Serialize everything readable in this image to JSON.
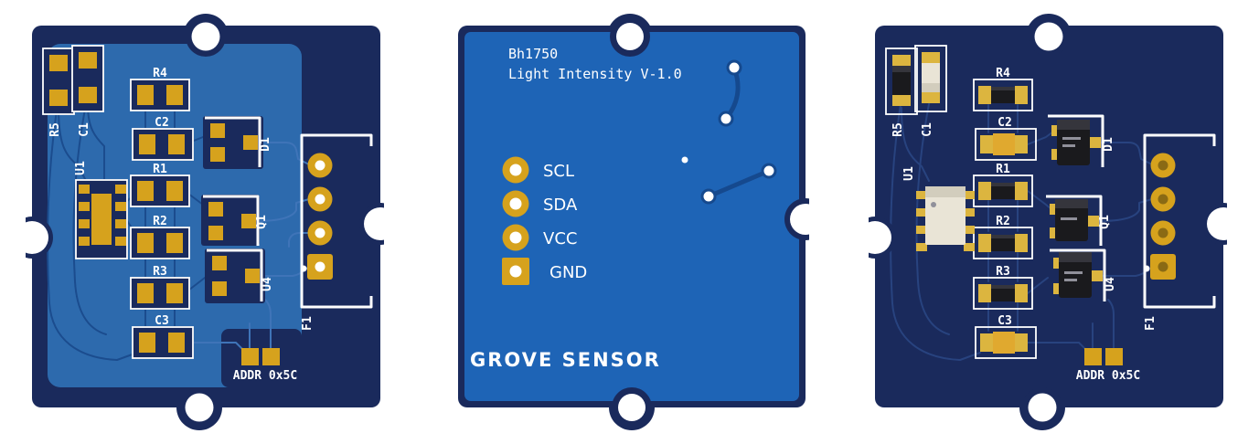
{
  "scene": {
    "background": "#ffffff"
  },
  "colors": {
    "board_navy": "#1a2a5c",
    "board_back_blue": "#1e64b6",
    "copper_pour_blue": "#2d6aad",
    "pad_gold": "#d6a21d",
    "silkscreen_white": "#ffffff"
  },
  "designators": {
    "r5": "R5",
    "c1": "C1",
    "r4": "R4",
    "c2": "C2",
    "r1": "R1",
    "r2": "R2",
    "r3": "R3",
    "c3": "C3",
    "u1": "U1",
    "d1": "D1",
    "q1": "Q1",
    "u4": "U4",
    "f1": "F1",
    "addr": "ADDR 0x5C"
  },
  "back": {
    "title_line1": "Bh1750",
    "title_line2": "Light Intensity V-1.0",
    "pin_labels": [
      "SCL",
      "SDA",
      "VCC",
      "GND"
    ],
    "brand": "GROVE SENSOR"
  }
}
